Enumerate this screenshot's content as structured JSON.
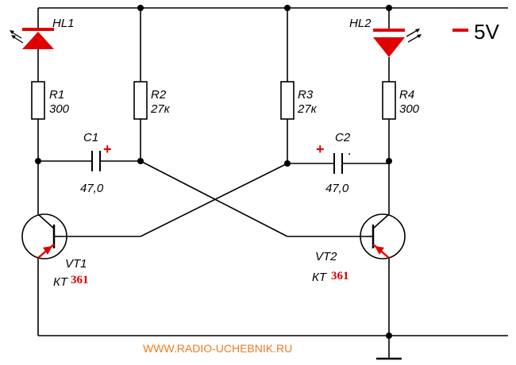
{
  "hl1": {
    "label": "HL1"
  },
  "hl2": {
    "label": "HL2"
  },
  "supply": {
    "label": "5V"
  },
  "r1": {
    "name": "R1",
    "value": "300"
  },
  "r2": {
    "name": "R2",
    "value": "27к"
  },
  "r3": {
    "name": "R3",
    "value": "27к"
  },
  "r4": {
    "name": "R4",
    "value": "300"
  },
  "c1": {
    "name": "C1",
    "value": "47,0",
    "polarity": "+"
  },
  "c2": {
    "name": "C2",
    "value": "47,0",
    "polarity": "+"
  },
  "vt1": {
    "name": "VT1",
    "prefix": "КТ",
    "part": "361"
  },
  "vt2": {
    "name": "VT2",
    "prefix": "КТ",
    "part": "361"
  },
  "footer": {
    "website": "WWW.RADIO-UCHEBNIK.RU"
  },
  "colors": {
    "accent": "#e00000",
    "website": "#f07a24",
    "wire": "#000000"
  }
}
